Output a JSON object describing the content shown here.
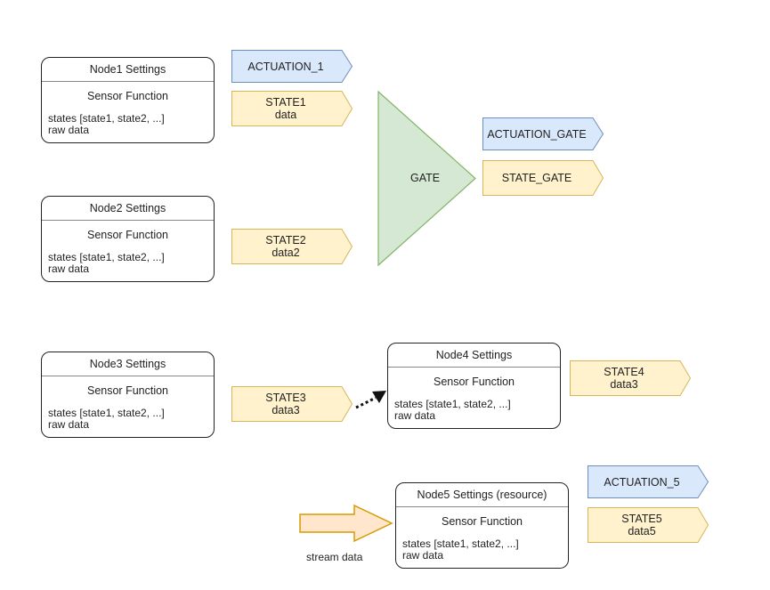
{
  "nodes": [
    {
      "title": "Node1 Settings",
      "function": "Sensor Function",
      "states": "states [state1, state2, ...]",
      "raw": "raw data"
    },
    {
      "title": "Node2 Settings",
      "function": "Sensor Function",
      "states": "states  [state1, state2, ...]",
      "raw": "raw data"
    },
    {
      "title": "Node3 Settings",
      "function": "Sensor Function",
      "states": "states [state1, state2, ...]",
      "raw": "raw data"
    },
    {
      "title": "Node4 Settings",
      "function": "Sensor Function",
      "states": "states [state1, state2, ...]",
      "raw": "raw data"
    },
    {
      "title": "Node5 Settings (resource)",
      "function": "Sensor Function",
      "states": "states [state1, state2, ...]",
      "raw": "raw data"
    }
  ],
  "tags": {
    "actuation_1": {
      "line1": "ACTUATION_1"
    },
    "state1": {
      "line1": "STATE1",
      "line2": "data"
    },
    "state2": {
      "line1": "STATE2",
      "line2": "data2"
    },
    "state3": {
      "line1": "STATE3",
      "line2": "data3"
    },
    "state4": {
      "line1": "STATE4",
      "line2": "data3"
    },
    "actuation_gate": {
      "line1": "ACTUATION_GATE"
    },
    "state_gate": {
      "line1": "STATE_GATE"
    },
    "actuation_5": {
      "line1": "ACTUATION_5"
    },
    "state5": {
      "line1": "STATE5",
      "line2": "data5"
    }
  },
  "gate": {
    "label": "GATE"
  },
  "stream": {
    "label": "stream data"
  },
  "colors": {
    "actuation_fill": "#dae8fc",
    "actuation_stroke": "#6c8ebf",
    "state_fill": "#fff2cc",
    "state_stroke": "#d6b656",
    "gate_fill": "#d5e8d4",
    "gate_stroke": "#82b366",
    "stream_fill": "#ffe6cc",
    "stream_stroke": "#d79b00"
  }
}
